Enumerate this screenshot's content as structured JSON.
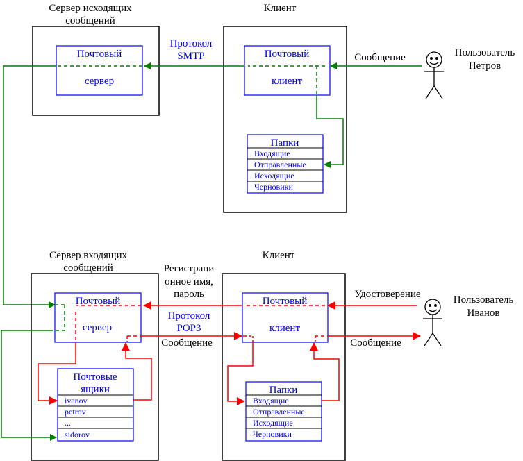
{
  "colors": {
    "box": "#000000",
    "component": "#0000ff",
    "send_flow": "#008000",
    "receive_flow": "#ff0000"
  },
  "top": {
    "outgoing_server": {
      "title_line1": "Сервер исходящих",
      "title_line2": "сообщений",
      "component_line1": "Почтовый",
      "component_line2": "сервер"
    },
    "protocol_line1": "Протокол",
    "protocol_line2": "SMTP",
    "client": {
      "title": "Клиент",
      "component_line1": "Почтовый",
      "component_line2": "клиент",
      "folders_title": "Папки",
      "folders": [
        "Входящие",
        "Отправленные",
        "Исходящие",
        "Черновики"
      ]
    },
    "message_label": "Сообщение",
    "user_line1": "Пользователь",
    "user_line2": "Петров"
  },
  "bottom": {
    "incoming_server": {
      "title_line1": "Сервер входящих",
      "title_line2": "сообщений",
      "component_line1": "Почтовый",
      "component_line2": "сервер",
      "mailboxes_title_line1": "Почтовые",
      "mailboxes_title_line2": "ящики",
      "mailboxes": [
        "ivanov",
        "petrov",
        "...",
        "sidorov"
      ]
    },
    "credentials_line1": "Регистраци",
    "credentials_line2": "онное имя,",
    "credentials_line3": "пароль",
    "protocol_line1": "Протокол",
    "protocol_line2": "POP3",
    "message_label_left": "Сообщение",
    "client": {
      "title": "Клиент",
      "component_line1": "Почтовый",
      "component_line2": "клиент",
      "folders_title": "Папки",
      "folders": [
        "Входящие",
        "Отправленные",
        "Исходящие",
        "Черновики"
      ]
    },
    "credential_label": "Удостоверение",
    "message_label_right": "Сообщение",
    "user_line1": "Пользователь",
    "user_line2": "Иванов"
  }
}
